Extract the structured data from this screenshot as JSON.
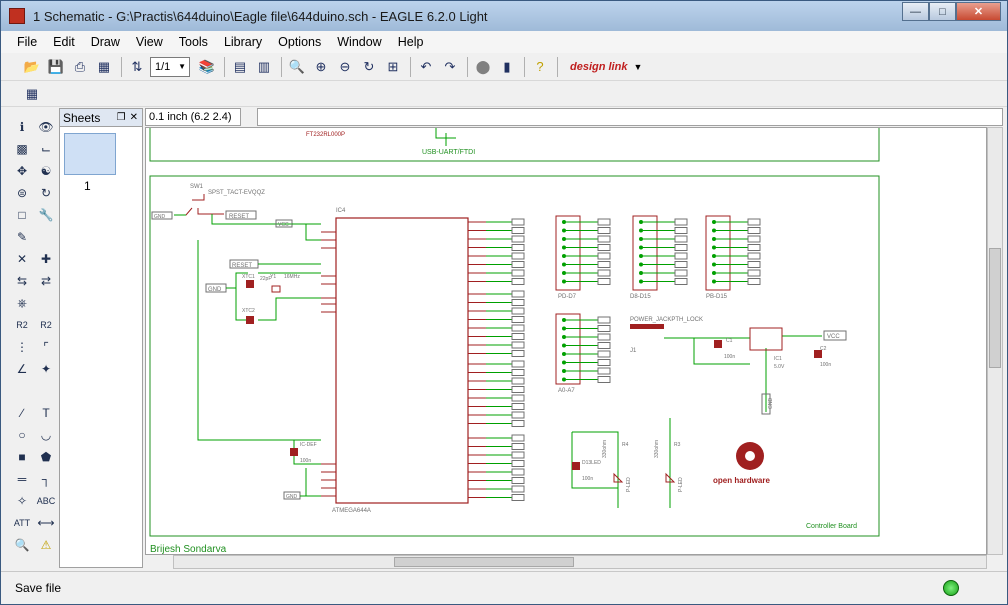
{
  "window": {
    "title": "1 Schematic - G:\\Practis\\644duino\\Eagle file\\644duino.sch - EAGLE 6.2.0 Light",
    "buttons": [
      "minimize",
      "maximize",
      "close"
    ]
  },
  "menu": [
    "File",
    "Edit",
    "Draw",
    "View",
    "Tools",
    "Library",
    "Options",
    "Window",
    "Help"
  ],
  "toolbar": {
    "sheet_select": "1/1",
    "design_link": "design link"
  },
  "sheets_panel": {
    "title": "Sheets",
    "sheet_number": "1"
  },
  "coordinate": "0.1 inch (6.2 2.4)",
  "command_line": "",
  "status": "Save file",
  "schematic": {
    "top_labels": {
      "chip": "FT232RL000P",
      "block": "USB-UART/FTDI"
    },
    "switch": {
      "name": "SW1",
      "part": "SPST_TACT-EVQQZ",
      "nets": [
        "GND",
        "RESET"
      ]
    },
    "mcu": {
      "ref": "IC4",
      "value": "ATMEGA644A",
      "vcc_net": "VCC",
      "gnd_net": "GND"
    },
    "crystal": {
      "ref": "Y1",
      "caps": [
        "XTC1",
        "XTC2"
      ],
      "value": "22pF",
      "freq": "16MHz"
    },
    "reset_net": "RESET",
    "gnd_net": "GND",
    "decoupling": {
      "ref": "IC-DEF",
      "value": "100n"
    },
    "headers": [
      "PD-D7",
      "D8-D15",
      "PB-D15",
      "A0-A7"
    ],
    "power": {
      "jack": "POWER_JACKPTH_LOCK",
      "jack_ref": "J1",
      "reg": "IC1",
      "reg_value": "5.0V",
      "c1": "C1",
      "c2": "C2",
      "cap_value": "100n",
      "vcc": "VCC",
      "gnd": "GND"
    },
    "leds": {
      "d13": "D13LED",
      "r4": "R4",
      "r3": "R3",
      "value": "330ohm",
      "led1": "P-LED",
      "led2": "P-LED",
      "cap": "100n"
    },
    "logo": "open hardware",
    "frame_label": "Controller Board",
    "author": "Brijesh Sondarva"
  },
  "colors": {
    "wire": "#00a000",
    "part": "#a02020",
    "frame": "#209020",
    "label": "#707070"
  }
}
